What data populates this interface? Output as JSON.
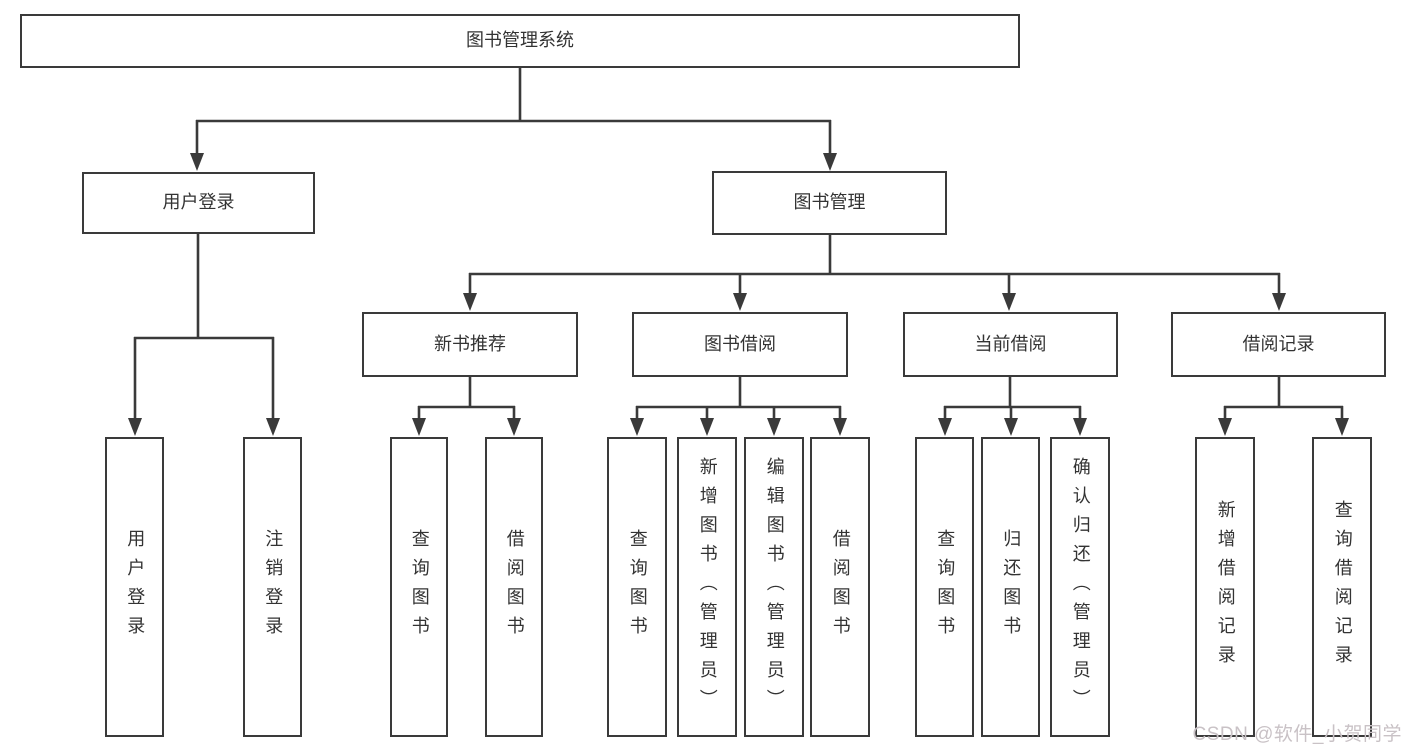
{
  "colors": {
    "line": "#3a3a3a",
    "text": "#333333",
    "watermark": "#c9c2c6",
    "background": "#ffffff"
  },
  "watermark": {
    "text": "CSDN @软件_小贺同学"
  },
  "tree": {
    "root": {
      "label": "图书管理系统",
      "children": [
        {
          "label": "用户登录",
          "children": [
            {
              "label": "用户登录"
            },
            {
              "label": "注销登录"
            }
          ]
        },
        {
          "label": "图书管理",
          "children": [
            {
              "label": "新书推荐",
              "children": [
                {
                  "label": "查询图书"
                },
                {
                  "label": "借阅图书"
                }
              ]
            },
            {
              "label": "图书借阅",
              "children": [
                {
                  "label": "查询图书"
                },
                {
                  "label": "新增图书（管理员）"
                },
                {
                  "label": "编辑图书（管理员）"
                },
                {
                  "label": "借阅图书"
                }
              ]
            },
            {
              "label": "当前借阅",
              "children": [
                {
                  "label": "查询图书"
                },
                {
                  "label": "归还图书"
                },
                {
                  "label": "确认归还（管理员）"
                }
              ]
            },
            {
              "label": "借阅记录",
              "children": [
                {
                  "label": "新增借阅记录"
                },
                {
                  "label": "查询借阅记录"
                }
              ]
            }
          ]
        }
      ]
    }
  }
}
